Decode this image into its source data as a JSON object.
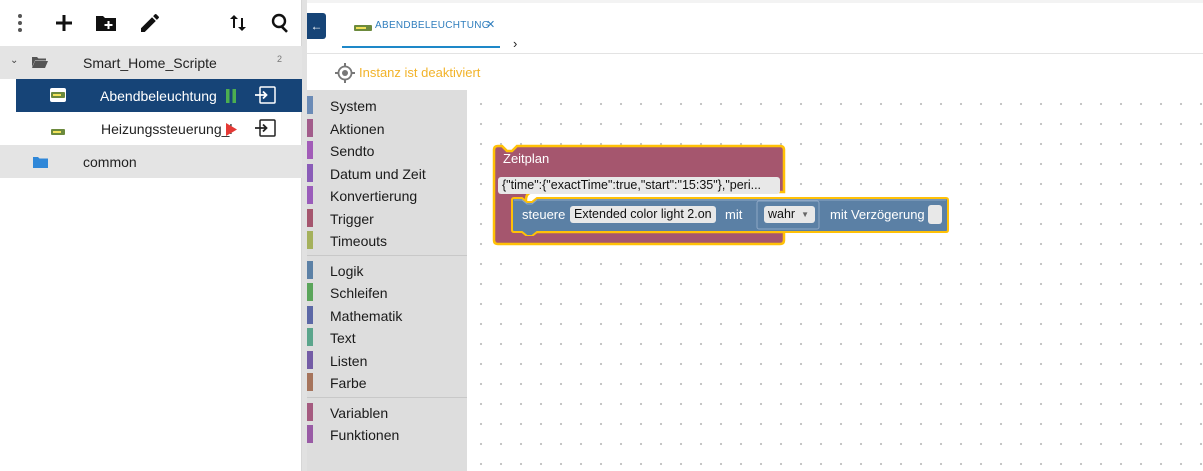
{
  "toolbar": {
    "more": "more-vertical-icon",
    "add": "plus-icon",
    "add_folder": "folder-plus-icon",
    "edit": "pencil-icon",
    "sort": "sort-icon",
    "search": "search-icon"
  },
  "tree": {
    "folder1": {
      "label": "Smart_Home_Scripte",
      "count": "2"
    },
    "script1": {
      "label": "Abendbeleuchtung"
    },
    "script2": {
      "label": "Heizungssteuerung_l"
    },
    "folder2": {
      "label": "common"
    }
  },
  "tabs": {
    "active": {
      "label": "ABENDBELEUCHTUNG",
      "close": "✕"
    },
    "more": "›"
  },
  "warning": {
    "text": "Instanz ist deaktiviert"
  },
  "toolbox": {
    "groups": [
      [
        {
          "label": "System",
          "color": "#6b8bb6"
        },
        {
          "label": "Aktionen",
          "color": "#a25c8b"
        },
        {
          "label": "Sendto",
          "color": "#a25cb8"
        },
        {
          "label": "Datum und Zeit",
          "color": "#8a5cb8"
        },
        {
          "label": "Konvertierung",
          "color": "#9a5cba"
        },
        {
          "label": "Trigger",
          "color": "#a5566e"
        },
        {
          "label": "Timeouts",
          "color": "#a5b15c"
        }
      ],
      [
        {
          "label": "Logik",
          "color": "#5c81a6"
        },
        {
          "label": "Schleifen",
          "color": "#5ba55b"
        },
        {
          "label": "Mathematik",
          "color": "#5c68a6"
        },
        {
          "label": "Text",
          "color": "#5ba58c"
        },
        {
          "label": "Listen",
          "color": "#745ca6"
        },
        {
          "label": "Farbe",
          "color": "#a6745c"
        }
      ],
      [
        {
          "label": "Variablen",
          "color": "#a55b80"
        },
        {
          "label": "Funktionen",
          "color": "#995ba5"
        }
      ]
    ]
  },
  "blocks": {
    "zeitplan": {
      "title": "Zeitplan",
      "schedule": "{\"time\":{\"exactTime\":true,\"start\":\"15:35\"},\"peri...",
      "color": "#a5566e",
      "highlight": "#ffc107"
    },
    "steuere": {
      "label": "steuere",
      "object": "Extended color light 2.on",
      "with": "mit",
      "value": "wahr",
      "delay": "mit Verzögerung",
      "color": "#5b80a5"
    }
  }
}
